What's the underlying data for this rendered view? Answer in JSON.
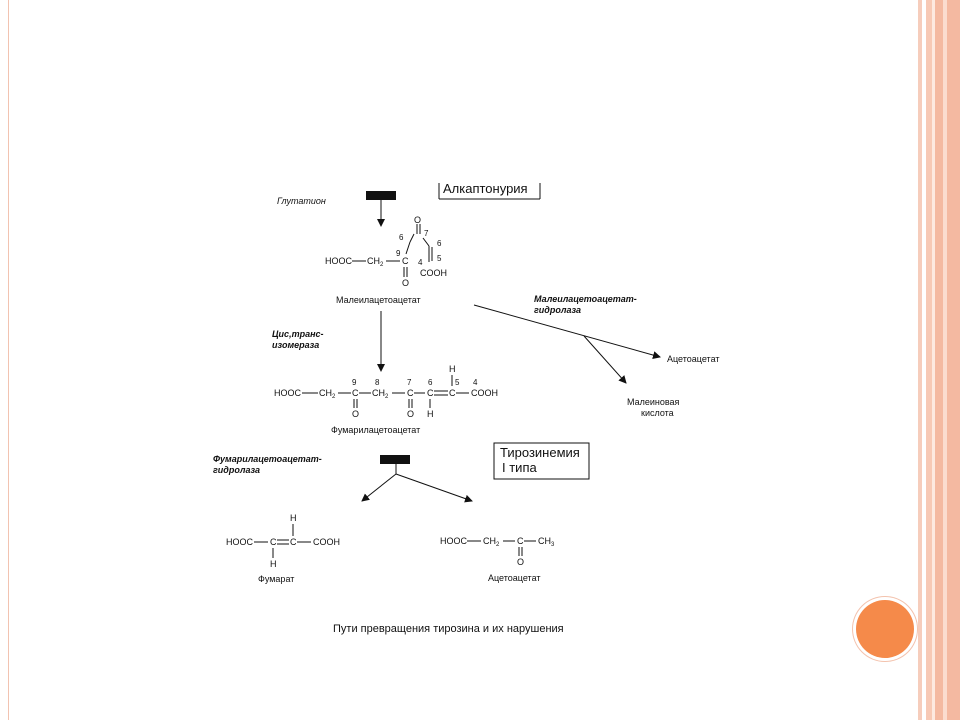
{
  "slide": {
    "colors": {
      "frame": "#f4b9a1",
      "accent_dot": "#f58a4a"
    }
  },
  "top": {
    "glutathione": "Глутатион",
    "alkaptonuria": "Алкаптонурия"
  },
  "maleyl": {
    "hooc": "HOOC",
    "ch2": "CH",
    "ch2_sub": "2",
    "c9": "C",
    "o_ketone": "O",
    "o_top": "O",
    "c4": "4",
    "cooh": "COOH",
    "n6a": "6",
    "n7": "7",
    "n6b": "6",
    "n5": "5",
    "n9": "9",
    "name": "Малеилацетоацетат"
  },
  "hydrolase1": {
    "line1": "Малеилацетоацетат-",
    "line2": "гидролаза",
    "product1": "Ацетоацетат",
    "product2_line1": "Малеиновая",
    "product2_line2": "кислота"
  },
  "isomerase": {
    "line1": "Цис,транс-",
    "line2": "изомераза"
  },
  "fumaryl": {
    "hooc": "HOOC",
    "ch2a": "CH",
    "ch2a_sub": "2",
    "c9": "C",
    "ch2b": "CH",
    "ch2b_sub": "2",
    "c7": "C",
    "c6": "C",
    "c5": "C",
    "cooh": "COOH",
    "o9": "O",
    "o7": "O",
    "h_top": "H",
    "h_bottom": "H",
    "n9": "9",
    "n8": "8",
    "n7": "7",
    "n6": "6",
    "n5": "5",
    "n4": "4",
    "name": "Фумарилацетоацетат"
  },
  "hydrolase2": {
    "line1": "Фумарилацетоацетат-",
    "line2": "гидролаза"
  },
  "tyrosinemia": {
    "line1": "Тирозинемия",
    "line2": "I типа"
  },
  "fumarate": {
    "hooc": "HOOC",
    "c1": "C",
    "c2": "C",
    "cooh": "COOH",
    "h_top": "H",
    "h_bottom": "H",
    "name": "Фумарат"
  },
  "acetoacetate": {
    "hooc": "HOOC",
    "ch2": "CH",
    "ch2_sub": "2",
    "c": "C",
    "ch3": "CH",
    "ch3_sub": "3",
    "o": "O",
    "name": "Ацетоацетат"
  },
  "caption": "Пути превращения тирозина и их нарушения"
}
